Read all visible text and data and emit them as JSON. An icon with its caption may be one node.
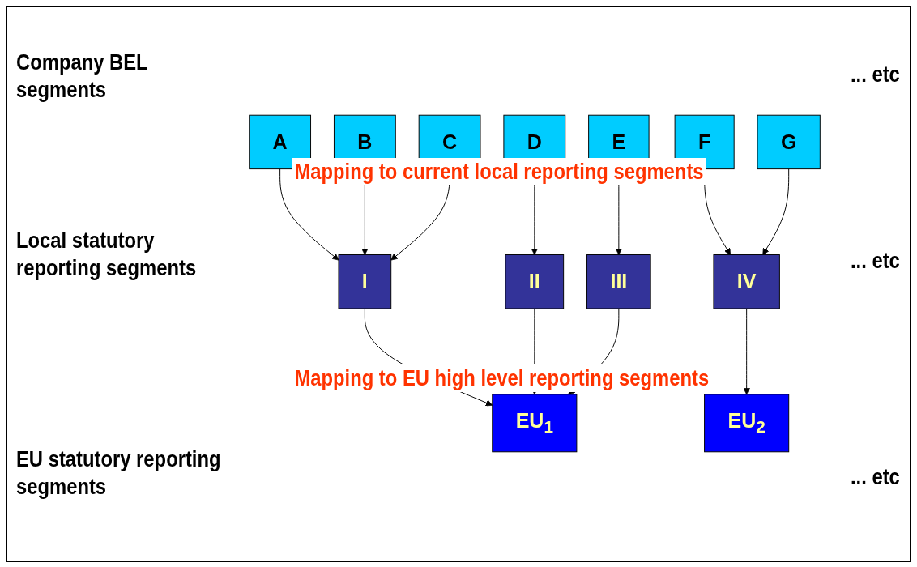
{
  "diagram": {
    "nodes": [
      {
        "text": [
          "A"
        ]
      },
      {
        "text": [
          "B"
        ]
      },
      {
        "text": [
          "C"
        ]
      },
      {
        "text": [
          "D"
        ]
      },
      {
        "text": [
          "E"
        ]
      },
      {
        "text": [
          "F"
        ]
      },
      {
        "text": [
          "G"
        ]
      },
      {
        "text": [
          "I"
        ]
      },
      {
        "text": [
          "II"
        ]
      },
      {
        "text": [
          "III"
        ]
      },
      {
        "text": [
          "IV"
        ]
      },
      {
        "text": [
          "EU$_{1}$"
        ]
      },
      {
        "text": [
          "EU$_{2}$"
        ]
      }
    ],
    "edges": [
      {
        "from": 0,
        "to": 7,
        "arrow": "to"
      },
      {
        "from": 1,
        "to": 7,
        "arrow": "to"
      },
      {
        "from": 2,
        "to": 7,
        "arrow": "to"
      },
      {
        "from": 3,
        "to": 8,
        "arrow": "to"
      },
      {
        "from": 4,
        "to": 9,
        "arrow": "to"
      },
      {
        "from": 5,
        "to": 10,
        "arrow": "to"
      },
      {
        "from": 6,
        "to": 10,
        "arrow": "to"
      },
      {
        "from": 7,
        "to": 11,
        "arrow": "to"
      },
      {
        "from": 8,
        "to": 11,
        "arrow": "to"
      },
      {
        "from": 9,
        "to": 11,
        "arrow": "to"
      },
      {
        "from": 10,
        "to": 12,
        "arrow": "to"
      }
    ],
    "labels": [
      "Company BEL segments",
      "... etc",
      "Mapping to current local reporting segments",
      "Local statutory reporting segments",
      "... etc",
      "Mapping to EU high level reporting segments",
      "EU statutory reporting segments",
      "... etc"
    ]
  }
}
